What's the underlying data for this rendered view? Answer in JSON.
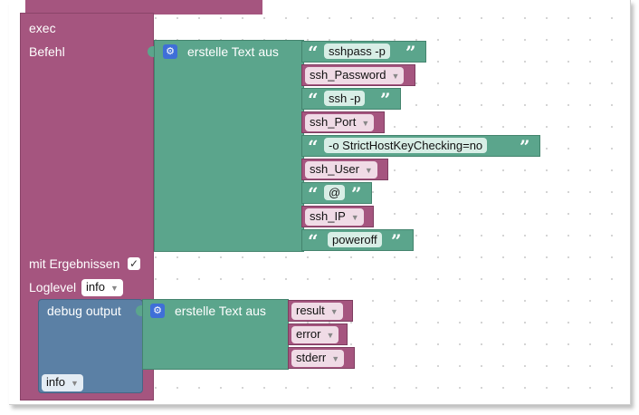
{
  "exec_block": {
    "title": "exec",
    "befehl_label": "Befehl",
    "mit_ergebnissen_label": "mit Ergebnissen",
    "mit_ergebnissen_checked": true,
    "loglevel_label": "Loglevel",
    "loglevel_value": "info"
  },
  "text_join_block": {
    "label": "erstelle Text aus",
    "items": [
      {
        "kind": "string",
        "value": "sshpass -p"
      },
      {
        "kind": "variable",
        "value": "ssh_Password"
      },
      {
        "kind": "string",
        "value": "ssh -p"
      },
      {
        "kind": "variable",
        "value": "ssh_Port"
      },
      {
        "kind": "string",
        "value": "-o StrictHostKeyChecking=no"
      },
      {
        "kind": "variable",
        "value": "ssh_User"
      },
      {
        "kind": "string",
        "value": "@"
      },
      {
        "kind": "variable",
        "value": "ssh_IP"
      },
      {
        "kind": "string",
        "value": "poweroff"
      }
    ]
  },
  "debug_block": {
    "label": "debug output",
    "level_value": "info",
    "join_label": "erstelle Text aus",
    "items": [
      "result",
      "error",
      "stderr"
    ]
  },
  "quote_open": "“",
  "quote_close": "”",
  "colors": {
    "exec": "#a5557f",
    "text": "#5ba58c",
    "debug": "#5b80a5",
    "gear": "#3f6fd8"
  }
}
